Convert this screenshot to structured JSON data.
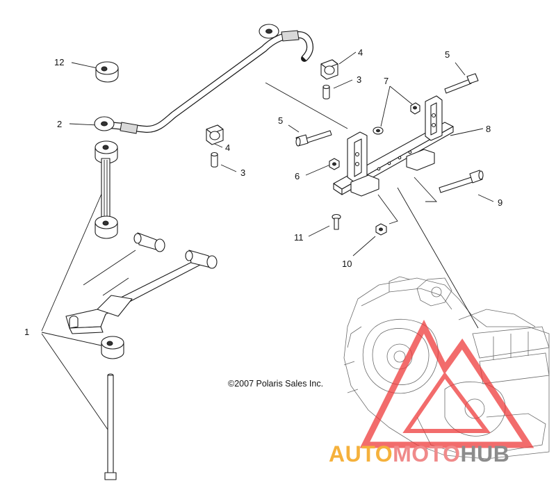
{
  "callouts": {
    "c1": "1",
    "c2": "2",
    "c3a": "3",
    "c3b": "3",
    "c4a": "4",
    "c4b": "4",
    "c5a": "5",
    "c5b": "5",
    "c6": "6",
    "c7": "7",
    "c8": "8",
    "c9": "9",
    "c10": "10",
    "c11": "11",
    "c12": "12"
  },
  "copyright": "©2007 Polaris Sales Inc.",
  "watermark": {
    "part1": "AUTO",
    "part2": "MOTO",
    "part3": "HUB",
    "color_auto": "#f5b13c",
    "color_moto": "#f08a8a",
    "color_hub": "#8c8c8c",
    "color_triangle": "#ee3b3b"
  }
}
